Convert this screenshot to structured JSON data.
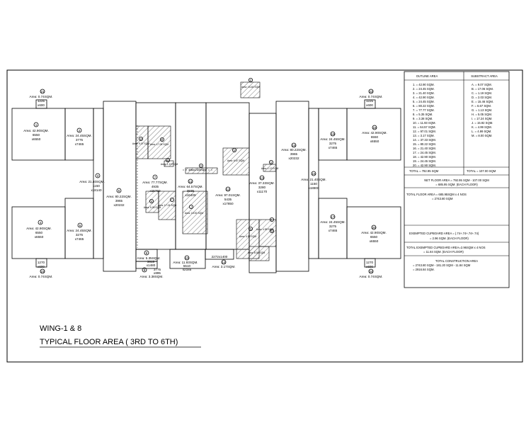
{
  "title": {
    "line1": "WING-1 & 8",
    "line2": "TYPICAL FLOOR AREA ( 3RD TO 6TH)"
  },
  "rooms": {
    "r1": {
      "num": "1",
      "area": "Area: 42.90SQM.",
      "dim1": "6550",
      "dim2": "x6550"
    },
    "r2": {
      "num": "2",
      "area": "Area: 24.45SQM.",
      "dim1": "3775",
      "dim2": "x7465"
    },
    "r3": {
      "num": "3",
      "area": "Area: 21.40SQM.",
      "dim1": "1150",
      "dim2": "x18140"
    },
    "r4": {
      "num": "4",
      "area": "Area: 42.90SQM.",
      "dim1": "6550",
      "dim2": "x6550"
    },
    "r5": {
      "num": "5",
      "area": "Area: 24.45SQM.",
      "dim1": "3275",
      "dim2": "x7465"
    },
    "r6": {
      "num": "6",
      "area": "Area: 80.22SQM.",
      "dim1": "3965",
      "dim2": "x20232"
    },
    "r7": {
      "num": "7",
      "area": "Area: 77.77SQM.",
      "dim1": "4935",
      "dim2": "x15760"
    },
    "r8": {
      "num": "8",
      "area": "Area: 5.35SQM.",
      "dim1": "3615",
      "dim2": "x1480"
    },
    "r9": {
      "num": "9",
      "area": "Area: 3.38SQM.",
      "dim1": "3775",
      "dim2": "x895"
    },
    "r10": {
      "num": "10",
      "area": "Area: 11.93SQM.",
      "dim1": "5510",
      "dim2": "x2165"
    },
    "r11": {
      "num": "11",
      "area": "Area: 64.57SQM.",
      "dim1": "3935",
      "dim2": "x16409"
    },
    "r12": {
      "num": "12",
      "area": "Area: 97.01SQM.",
      "dim1": "5435",
      "dim2": "x17850"
    },
    "r13": {
      "num": "13",
      "area": "Area: 37.33SQM.",
      "dim1": "3280",
      "dim2": "x11170"
    },
    "r14": {
      "num": "14",
      "area": "Area: 3.17SQM.",
      "dim1": "2272x1400"
    },
    "r15": {
      "num": "15",
      "area": "Area: 80.22SQM.",
      "dim1": "3965",
      "dim2": "x20232"
    },
    "r16": {
      "num": "16",
      "area": "Area: 21.40SQM.",
      "dim1": "1150",
      "dim2": "x18800"
    },
    "r17": {
      "num": "17",
      "area": "Area: 24.45SQM.",
      "dim1": "3275",
      "dim2": "x7465"
    },
    "r18": {
      "num": "18",
      "area": "Area: 42.90SQM.",
      "dim1": "6550",
      "dim2": "x6550"
    },
    "r19": {
      "num": "19",
      "area": "Area: 24.45SQM.",
      "dim1": "3275",
      "dim2": "x7465"
    },
    "r20": {
      "num": "20",
      "area": "Area: 42.90SQM.",
      "dim1": "6550",
      "dim2": "x6550"
    },
    "r21": {
      "num": "21",
      "area": "Area: 0.74SQM.",
      "dim1": "1225",
      "dim2": "x600"
    },
    "r22": {
      "num": "22",
      "area": "Area: 0.74SQM.",
      "dim1": "1225",
      "dim2": "x600"
    },
    "r23": {
      "num": "23",
      "area": "Area: 0.74SQM.",
      "dim1": "1270",
      "dim2": "x600"
    },
    "r24": {
      "num": "24",
      "area": "Area: 0.74SQM.",
      "dim1": "1270",
      "dim2": "x600"
    }
  },
  "subs": {
    "a": {
      "num": "A",
      "area": "Area: 9.07 SQM"
    },
    "b": {
      "num": "B",
      "area": "Area: 17.06 SQM"
    },
    "c": {
      "num": "C",
      "area": "Area: 1.19 SQM"
    },
    "d": {
      "num": "D",
      "area": "Area: 2.03 SQM"
    },
    "e": {
      "num": "E",
      "area": "Area: 15.46 SQM"
    },
    "f": {
      "num": "F",
      "area": "Area: 6.67 SQM"
    },
    "g": {
      "num": "G",
      "area": "Area: 1.13 SQM"
    },
    "h": {
      "num": "H",
      "area": "Area: 5.05 SQM"
    },
    "i": {
      "num": "I",
      "area": "Area: 17.24 SQM"
    },
    "j": {
      "num": "J",
      "area": "Area: 15.92 SQM"
    },
    "k": {
      "num": "K",
      "area": "Area: 4.99 SQM"
    },
    "l": {
      "num": "L",
      "area": "Area: 4.99 SQM"
    },
    "m": {
      "num": "M",
      "area": "Area: 8.00 SQM"
    }
  },
  "table": {
    "h_outline": "OUTLINE AREA",
    "h_subtract": "SUBSTRACT AREA",
    "outline": [
      "1. = 42.90 SQM.",
      "2. = 24.45 SQM.",
      "3. = 21.40 SQM.",
      "4. = 42.90 SQM.",
      "5. = 24.45 SQM.",
      "6. = 80.22 SQM.",
      "7. = 77.77 SQM.",
      "8. = 5.35 SQM.",
      "9. = 3.38 SQM.",
      "10. = 11.93 SQM.",
      "11. = 64.57 SQM.",
      "12. = 97.01 SQM.",
      "13. = 3.17 SQM.",
      "14. = 37.33 SQM.",
      "15. = 80.22 SQM.",
      "16. = 21.40 SQM.",
      "17. = 24.45 SQM.",
      "18. = 42.90 SQM.",
      "19. = 24.45 SQM.",
      "20. = 42.90 SQM."
    ],
    "subtract": [
      "A. = 9.07 SQM.",
      "B. = 17.06 SQM.",
      "C. = 1.19 SQM.",
      "D. = 2.03 SQM.",
      "E. = 15.46 SQM.",
      "F. = 6.67 SQM.",
      "G. = 1.13 SQM.",
      "H. = 5.05 SQM.",
      "I. = 17.24 SQM.",
      "J. = 15.92 SQM.",
      "K. = 4.99 SQM.",
      "L. = 4.99 SQM.",
      "M. = 8.00 SQM."
    ],
    "total_outline": "TOTAL = 792.95 SQM",
    "total_subtract": "TOTAL = 107.00 SQM",
    "net1": "NET FLOOR AREA = 792.95 SQM - 107.00 SQM",
    "net2": "= 685.95 SQM. (EACH FLOOR)",
    "tfa1": "TOTAL FLOOR AREA = 685.95SQM x 4 NOS",
    "tfa2": "= 2743.80 SQM",
    "ecb1": "EXEMPTED CUPBOARD AREA = (.74+.74+.74+.74)",
    "ecb2": "= 2.96 SQM. (EACH FLOOR)",
    "tecb1": "TOTAL EXEMPTED CUPBOARD AREA=2.96SQM x 4 NOS",
    "tecb2": "= 11.84 SQM. (EACH FLOOR)",
    "tca1": "TOTAL CONSTRUCTION AREA",
    "tca2": "= 2743.80 SQM - 181.20 SQM - 11.84 SQM",
    "tca3": "= 2916.84 SQM."
  }
}
